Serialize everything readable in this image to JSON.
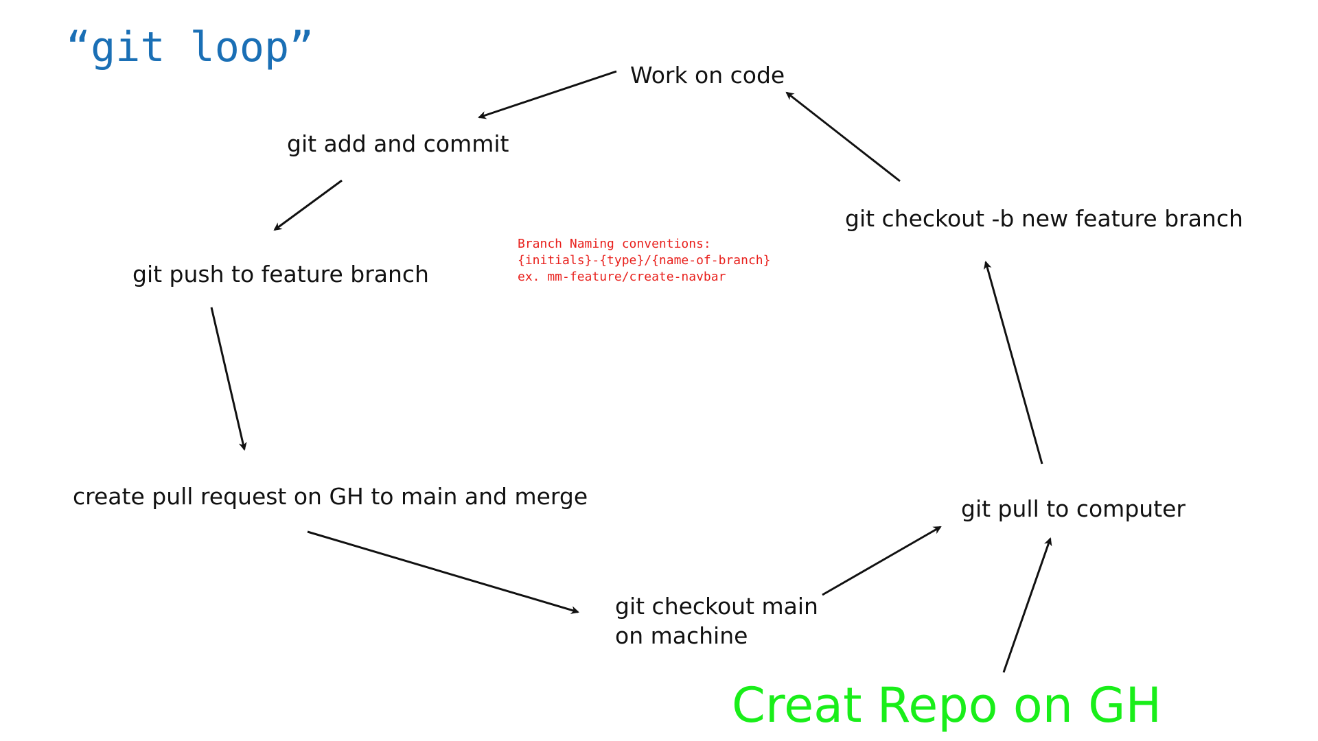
{
  "title": "“git loop”",
  "colors": {
    "title": "#1a6fb5",
    "note": "#e8201c",
    "start": "#19ee19",
    "text": "#111111",
    "arrow": "#111111"
  },
  "nodes": {
    "work_on_code": "Work on code",
    "add_commit": "git add and commit",
    "push_feature": "git push to feature branch",
    "pull_request": "create pull request on GH to main and merge",
    "checkout_main_line1": "git checkout main",
    "checkout_main_line2": "on machine",
    "pull_computer": "git pull to computer",
    "checkout_new_branch": "git checkout -b new feature branch"
  },
  "note": {
    "line1": "Branch Naming conventions:",
    "line2": "{initials}-{type}/{name-of-branch}",
    "line3": "ex. mm-feature/create-navbar"
  },
  "start": "Creat Repo on GH"
}
